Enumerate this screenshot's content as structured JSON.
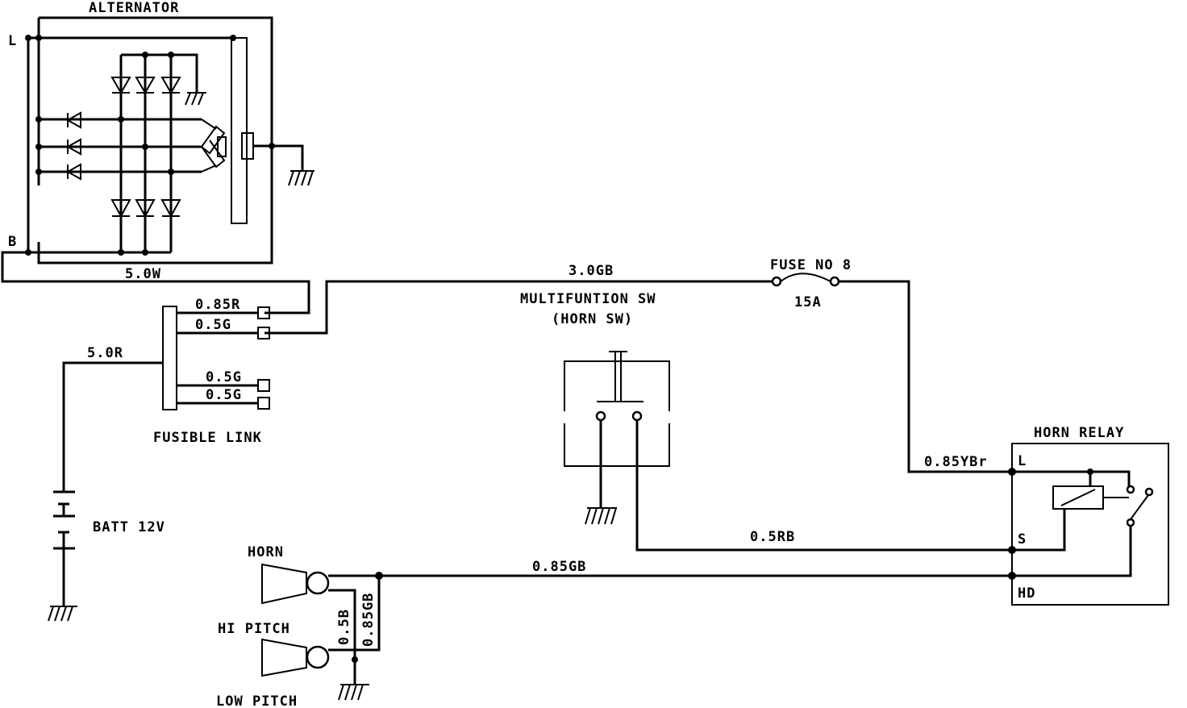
{
  "diagram": {
    "components": {
      "alternator": {
        "title": "ALTERNATOR",
        "terminal_l": "L",
        "terminal_b": "B"
      },
      "fusible_link": {
        "label": "FUSIBLE LINK"
      },
      "battery": {
        "label": "BATT 12V"
      },
      "horn_switch": {
        "label_line1": "MULTIFUNTION SW",
        "label_line2": "(HORN SW)"
      },
      "fuse": {
        "label": "FUSE NO 8",
        "rating": "15A"
      },
      "horn_relay": {
        "title": "HORN RELAY",
        "terminal_l": "L",
        "terminal_s": "S",
        "terminal_hd": "HD"
      },
      "horns": {
        "label": "HORN",
        "hi_label": "HI  PITCH",
        "low_label": "LOW PITCH"
      }
    },
    "wires": {
      "alt_to_fusible": "5.0W",
      "fusible_out_1": "0.85R",
      "fusible_out_2": "0.5G",
      "fusible_out_3": "0.5G",
      "fusible_out_4": "0.5G",
      "battery_feed": "5.0R",
      "to_fuse": "3.0GB",
      "fuse_to_relay": "0.85YBr",
      "switch_to_relay": "0.5RB",
      "relay_to_horn": "0.85GB",
      "hi_horn_ground": "0.5B",
      "low_horn_ground": "0.85GB"
    }
  }
}
